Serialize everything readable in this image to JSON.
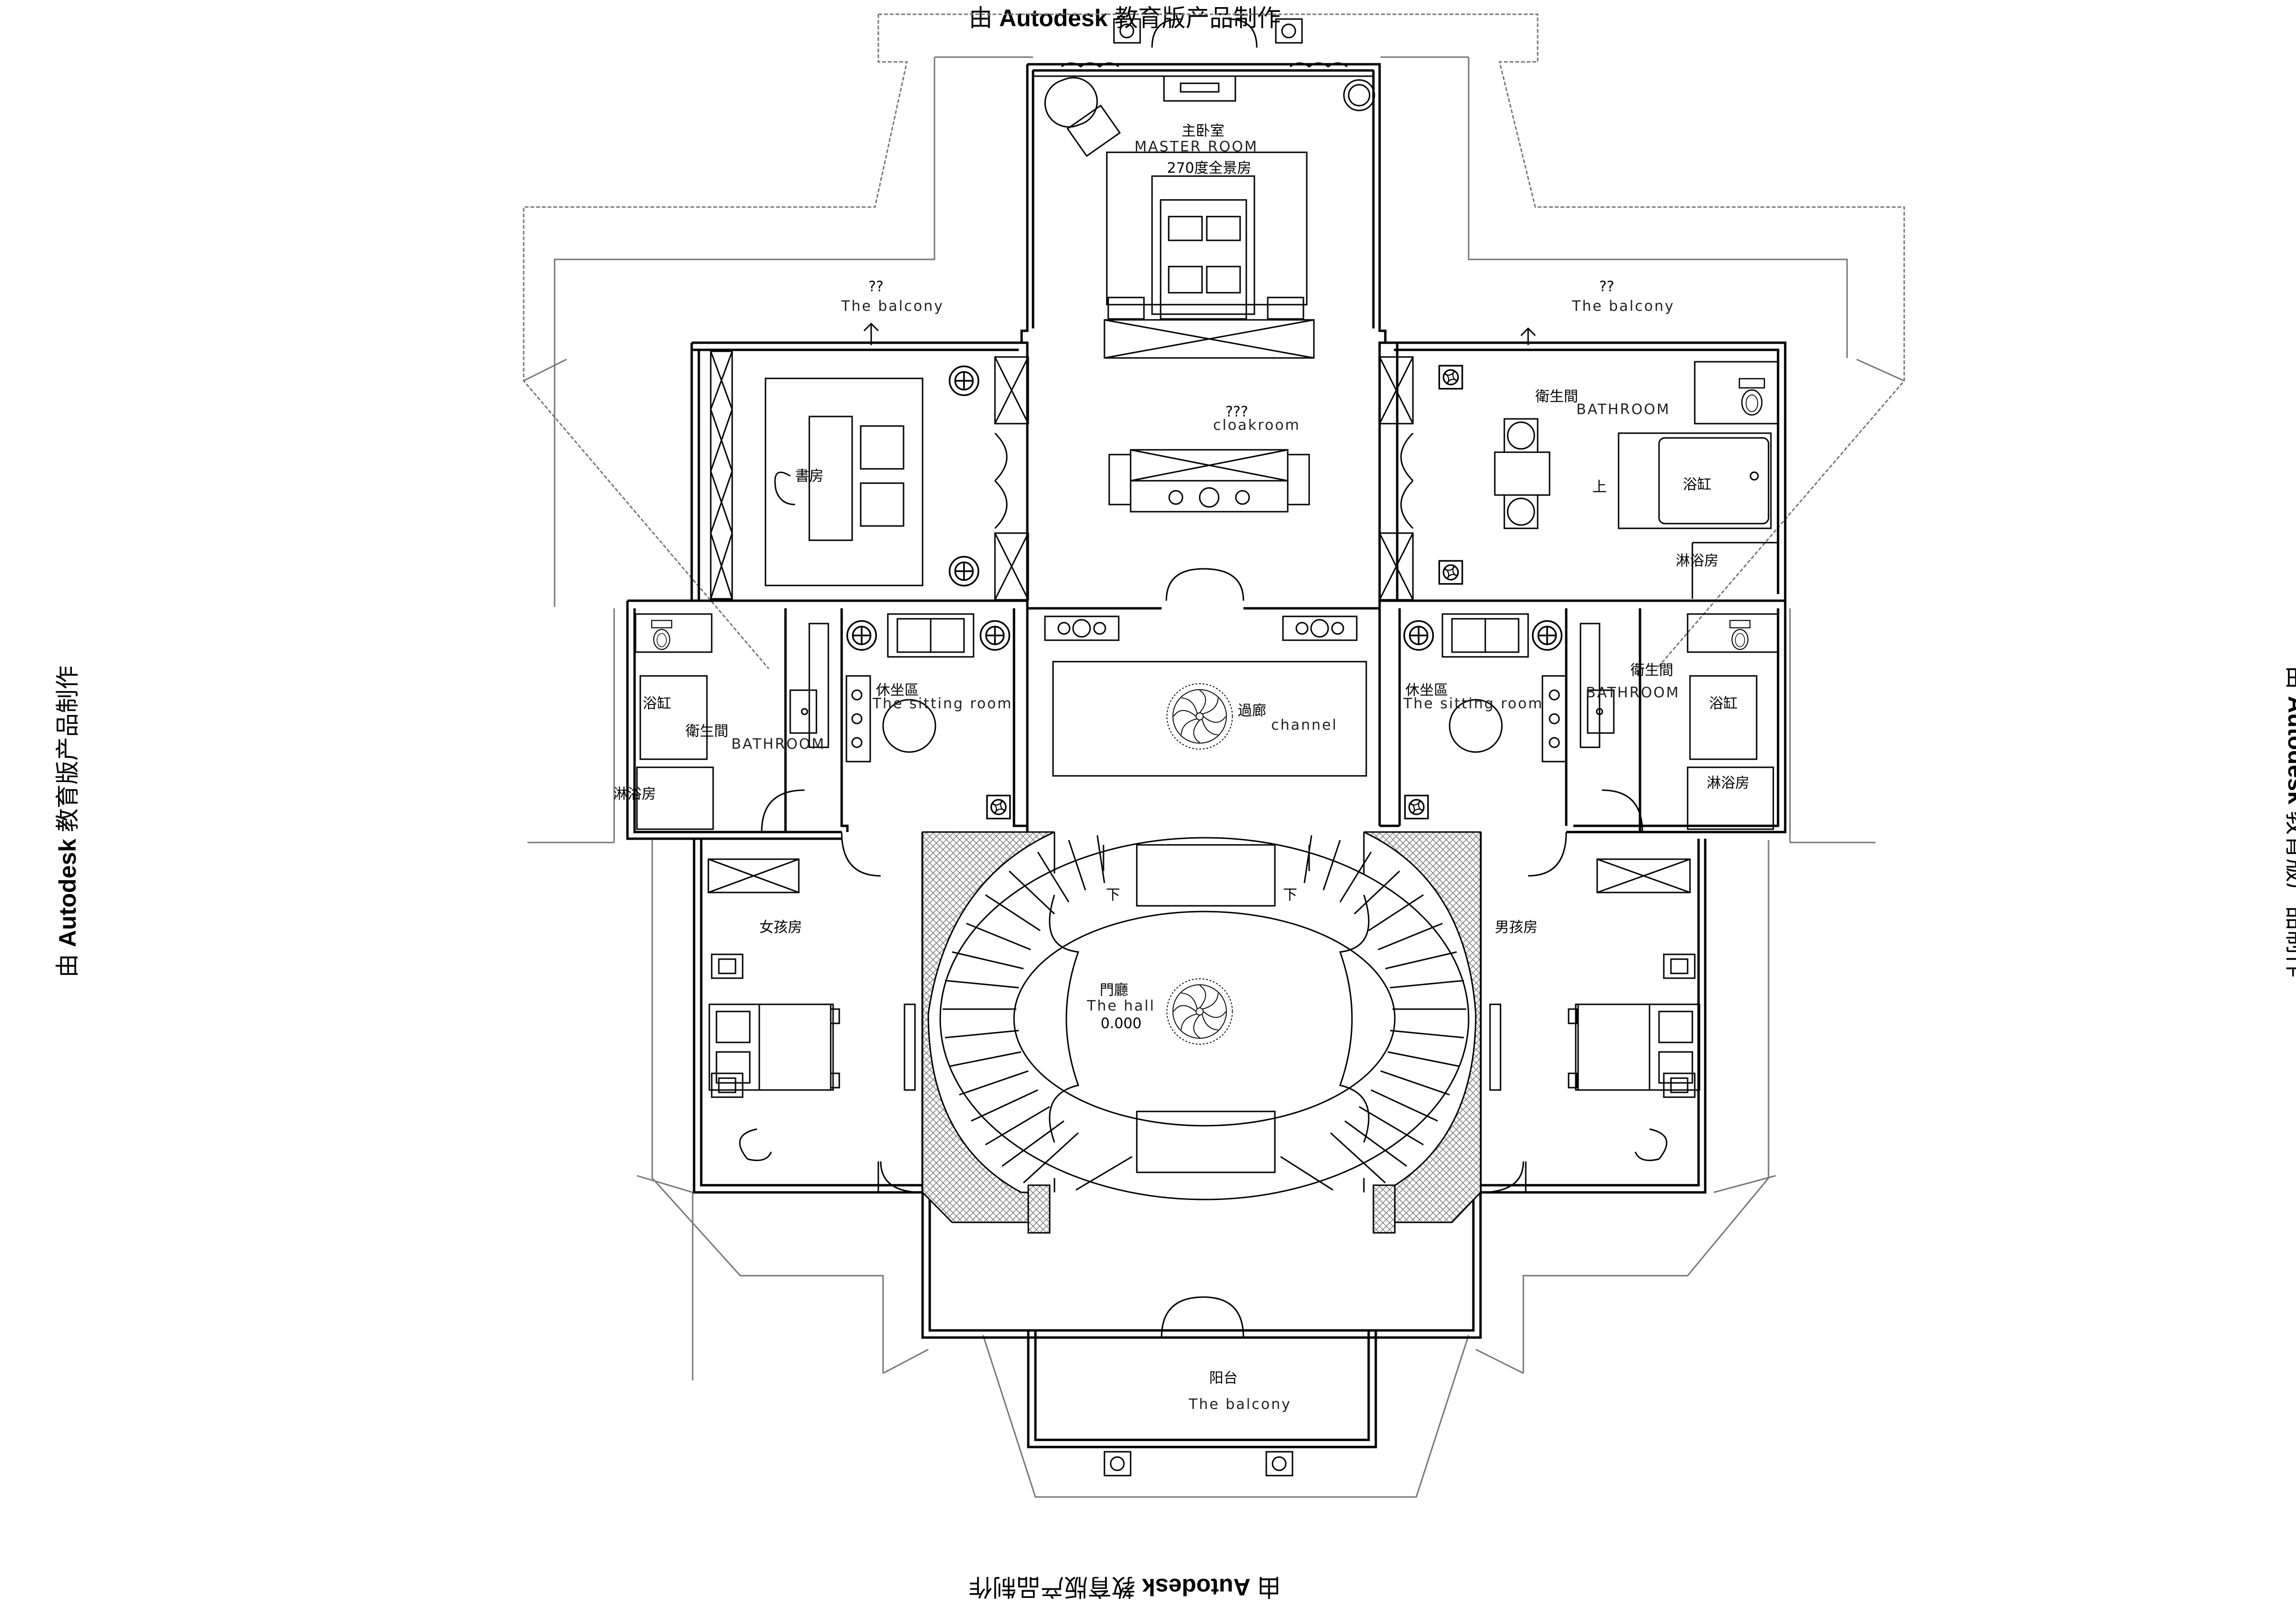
{
  "watermark": {
    "prefix": "由 ",
    "brand": "Autodesk",
    "suffix": " 教育版产品制作"
  },
  "rooms": {
    "master_cn": "主卧室",
    "master_en": "MASTER ROOM",
    "master_sub": "270度全景房",
    "balcony_left_cn": "??",
    "balcony_left_en": "The balcony",
    "balcony_right_cn": "??",
    "balcony_right_en": "The balcony",
    "cloak_cn": "???",
    "cloak_en": "cloakroom",
    "study_cn": "書房",
    "bath_top_cn": "衛生間",
    "bath_top_en": "BATHROOM",
    "tub_top": "浴缸",
    "up_mark": "上",
    "shower_top": "淋浴房",
    "bath_left_cn": "衛生間",
    "bath_left_en": "BATHROOM",
    "tub_left": "浴缸",
    "shower_left": "淋浴房",
    "sitting_left_cn": "休坐區",
    "sitting_left_en": "The sitting room",
    "channel_cn": "過廊",
    "channel_en": "channel",
    "sitting_right_cn": "休坐區",
    "sitting_right_en": "The sitting room",
    "bath_right_cn": "衛生間",
    "bath_right_en": "BATHROOM",
    "tub_right": "浴缸",
    "shower_right": "淋浴房",
    "girl_cn": "女孩房",
    "boy_cn": "男孩房",
    "hall_cn": "門廳",
    "hall_en": "The hall",
    "hall_level": "0.000",
    "down_left": "下",
    "down_right": "下",
    "front_balcony_cn": "阳台",
    "front_balcony_en": "The balcony"
  }
}
